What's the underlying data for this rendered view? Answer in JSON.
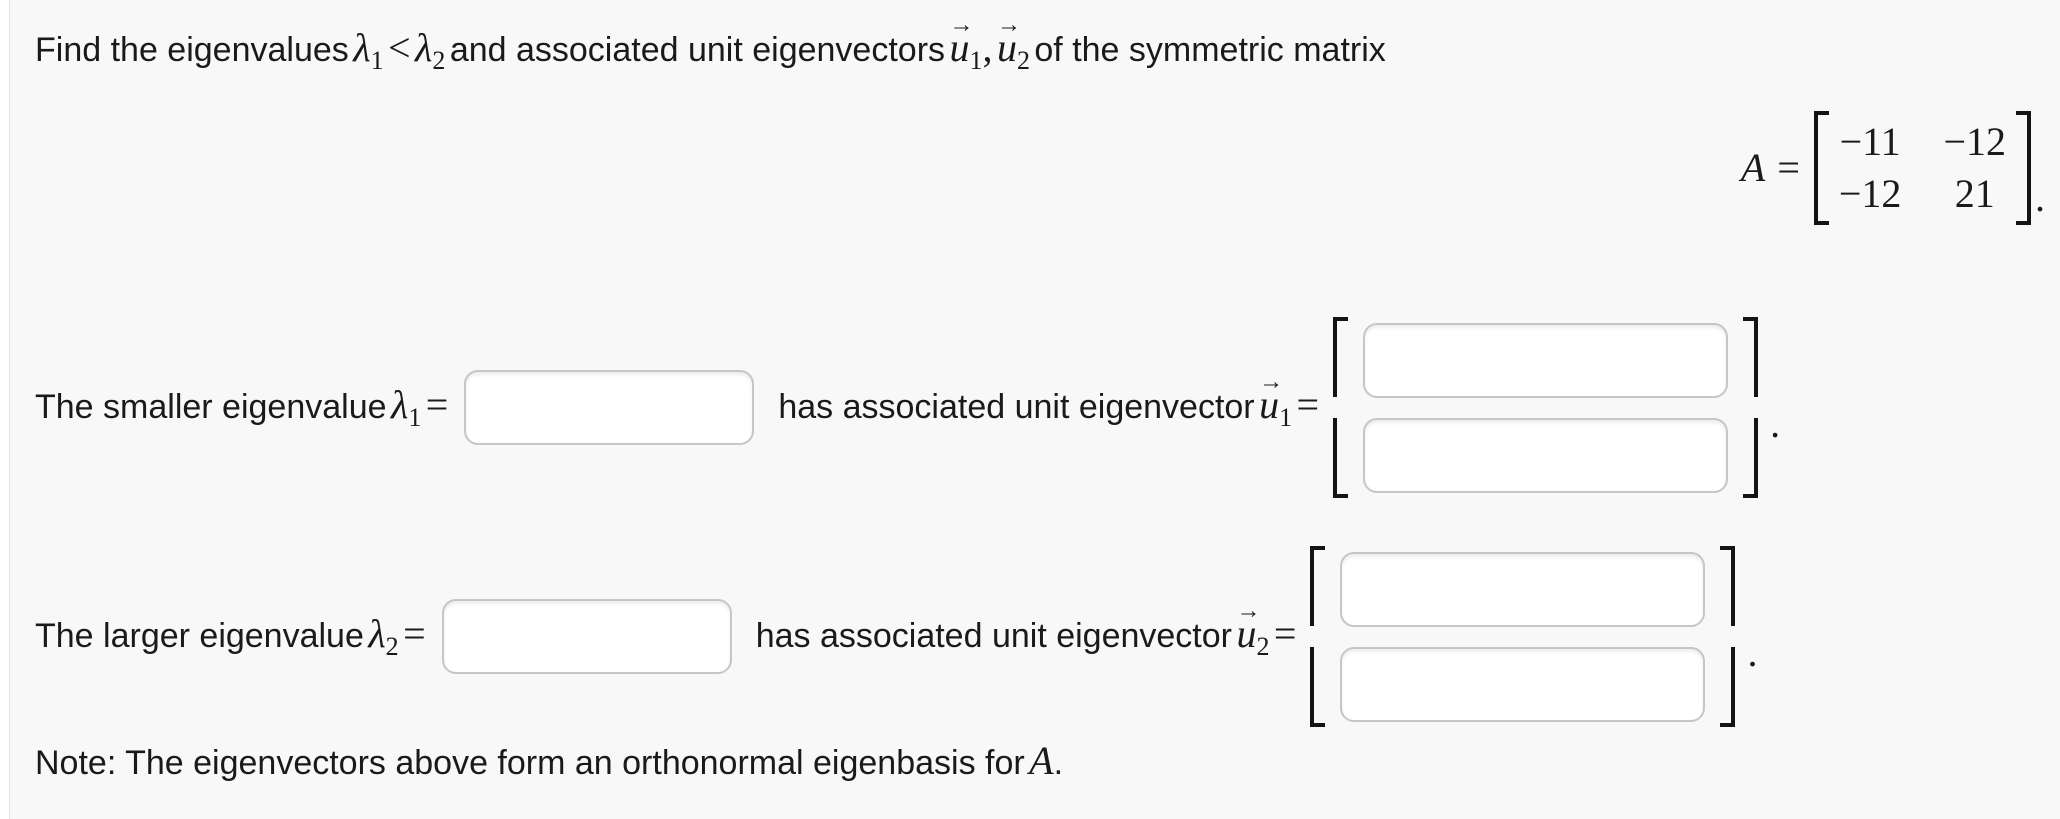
{
  "colors": {
    "page_background": "#f8f8f8",
    "text": "#1a1a1a",
    "input_border": "#c6c6c6",
    "bracket": "#141414"
  },
  "math_tokens": {
    "vec_arrow": "→"
  },
  "intro": {
    "text_pre": "Find the eigenvalues",
    "lambda": "λ",
    "sub_1": "1",
    "less_than": "<",
    "sub_2": "2",
    "text_mid": "and associated unit eigenvectors",
    "u": "u",
    "comma": ",",
    "text_post": "of the symmetric matrix"
  },
  "matrix": {
    "name": "A",
    "equals": "=",
    "rows": [
      [
        "−11",
        "−12"
      ],
      [
        "−12",
        "21"
      ]
    ],
    "period": "."
  },
  "row1": {
    "text_pre": "The smaller eigenvalue",
    "lambda": "λ",
    "sub": "1",
    "equals": "=",
    "eigenvalue_input_value": "",
    "text_mid": "has associated unit eigenvector",
    "u": "u",
    "usub": "1",
    "equals2": "=",
    "component_values": [
      "",
      ""
    ],
    "period": "."
  },
  "row2": {
    "text_pre": "The larger eigenvalue",
    "lambda": "λ",
    "sub": "2",
    "equals": "=",
    "eigenvalue_input_value": "",
    "text_mid": "has associated unit eigenvector",
    "u": "u",
    "usub": "2",
    "equals2": "=",
    "component_values": [
      "",
      ""
    ],
    "period": "."
  },
  "note": {
    "text_pre": "Note: The eigenvectors above form an orthonormal eigenbasis for",
    "matrix_name": "A",
    "period": "."
  }
}
